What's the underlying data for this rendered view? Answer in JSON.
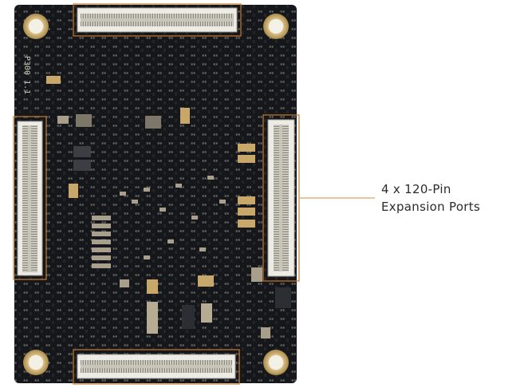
{
  "callout": {
    "line1": "4 x 120-Pin",
    "line2": "Expansion Ports"
  },
  "board_silkscreen": {
    "model": "P300 1.1"
  },
  "colors": {
    "pcb": "#15171b",
    "connector_outline": "#c77a2a",
    "callout_line": "#d98a3c",
    "gold": "#c8a86a"
  }
}
